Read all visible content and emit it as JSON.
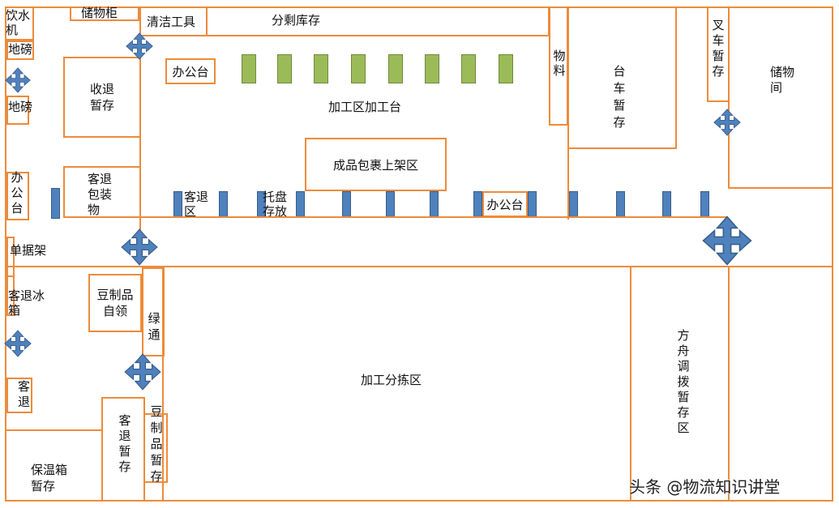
{
  "colors": {
    "border": "#ed8b3a",
    "shelf_green": "#9bbb59",
    "rack_blue": "#4f81bd",
    "arrow_blue": "#4f81bd"
  },
  "icons": {
    "direction": "four-way-arrow-icon"
  },
  "zones": {
    "water_machine": "饮水机",
    "storage_cabinet": "储物柜",
    "scale_top": "地磅",
    "scale_second": "地磅",
    "cleaning_tools": "清洁工具",
    "sorted_inventory": "分剩库存",
    "desk_top": "办公台",
    "receiving_return": "收退暂存",
    "processing_desk": "加工区加工台",
    "materials": "物料",
    "cart_temp": "台车暂存",
    "forklift_temp": "叉车暂存",
    "storage_room": "储物间",
    "desk_left": "办公台",
    "customer_return_pack": "客退包装物",
    "customer_return_area": "客退区",
    "pallet_storage": "托盘存放",
    "finished_packing": "成品包裹上架区",
    "desk_middle": "办公台",
    "document_rack": "单据架",
    "customer_return_fridge": "客退冰箱",
    "soy_self_collect": "豆制品自领",
    "green_channel": "绿通",
    "customer_return_small": "客退",
    "processing_sorting": "加工分拣区",
    "insulated_box_temp": "保温箱暂存",
    "customer_return_temp": "客退暂存",
    "soy_temp": "豆制品暂存",
    "fangzhou_transfer": "方舟调拨暂存区"
  },
  "watermark": "头条 @物流知识讲堂"
}
